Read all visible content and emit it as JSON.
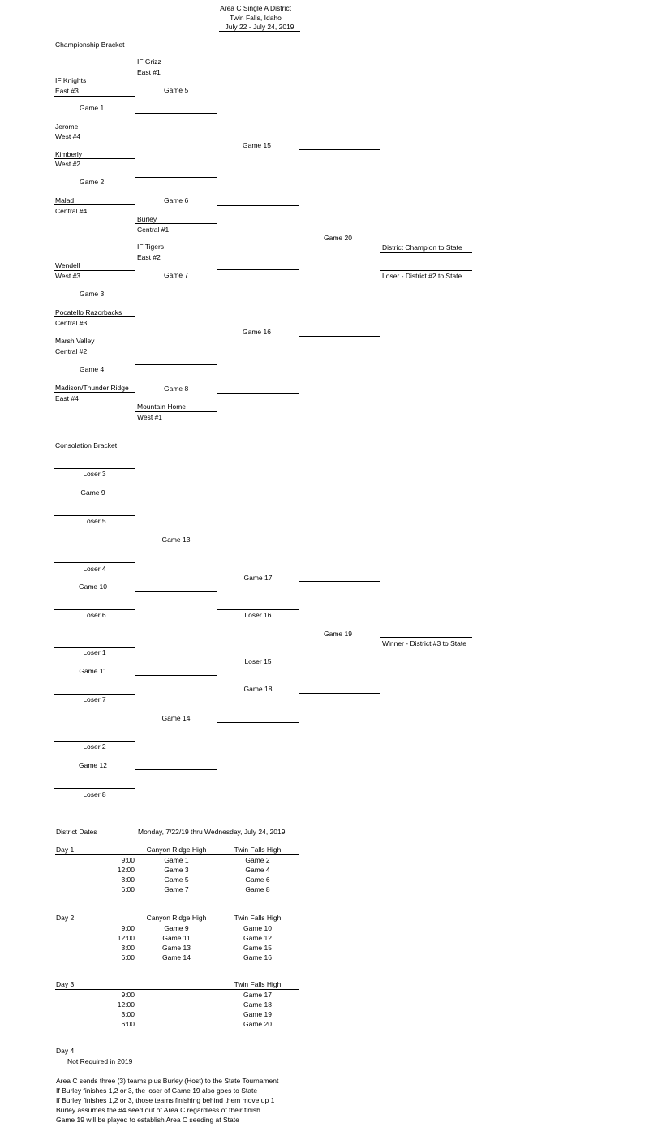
{
  "header": {
    "title": "Area C Single A District",
    "location": "Twin Falls, Idaho",
    "dates": "July 22 - July 24, 2019"
  },
  "championship": {
    "label": "Championship Bracket",
    "teams": [
      {
        "name": "IF Grizz",
        "seed": "East #1"
      },
      {
        "name": "IF Knights",
        "seed": "East #3"
      },
      {
        "name": "Jerome",
        "seed": "West #4"
      },
      {
        "name": "Kimberly",
        "seed": "West #2"
      },
      {
        "name": "Malad",
        "seed": "Central #4"
      },
      {
        "name": "Burley",
        "seed": "Central #1"
      },
      {
        "name": "IF Tigers",
        "seed": "East #2"
      },
      {
        "name": "Wendell",
        "seed": "West #3"
      },
      {
        "name": "Pocatello Razorbacks",
        "seed": "Central #3"
      },
      {
        "name": "Marsh Valley",
        "seed": "Central #2"
      },
      {
        "name": "Madison/Thunder Ridge",
        "seed": "East #4"
      },
      {
        "name": "Mountain Home",
        "seed": "West #1"
      }
    ],
    "games": [
      "Game 1",
      "Game 2",
      "Game 3",
      "Game 4",
      "Game 5",
      "Game 6",
      "Game 7",
      "Game 8",
      "Game 15",
      "Game 16",
      "Game 20"
    ],
    "champion": "District Champion to State",
    "runner_up": "Loser - District #2 to State"
  },
  "consolation": {
    "label": "Consolation Bracket",
    "losers": [
      "Loser 3",
      "Loser 5",
      "Loser 4",
      "Loser 6",
      "Loser 1",
      "Loser 7",
      "Loser 2",
      "Loser 8",
      "Loser 16",
      "Loser 15"
    ],
    "games": [
      "Game 9",
      "Game 10",
      "Game 11",
      "Game 12",
      "Game 13",
      "Game 14",
      "Game 17",
      "Game 18",
      "Game 19"
    ],
    "winner": "Winner - District #3 to State"
  },
  "schedule": {
    "label": "District Dates",
    "range": "Monday, 7/22/19 thru Wednesday, July 24, 2019",
    "times": [
      "9:00",
      "12:00",
      "3:00",
      "6:00"
    ],
    "venue1": "Canyon Ridge High",
    "venue2": "Twin Falls High",
    "days": [
      {
        "label": "Day 1",
        "col1": [
          "Game 1",
          "Game 3",
          "Game 5",
          "Game 7"
        ],
        "col2": [
          "Game 2",
          "Game 4",
          "Game 6",
          "Game 8"
        ]
      },
      {
        "label": "Day 2",
        "col1": [
          "Game 9",
          "Game 11",
          "Game 13",
          "Game 14"
        ],
        "col2": [
          "Game 10",
          "Game 12",
          "Game 15",
          "Game 16"
        ]
      },
      {
        "label": "Day 3",
        "col1": [],
        "col2": [
          "Game 17",
          "Game 18",
          "Game 19",
          "Game 20"
        ]
      }
    ],
    "day4": {
      "label": "Day 4",
      "note": "Not Required in 2019"
    }
  },
  "notes": [
    "Area C sends three (3) teams plus Burley (Host) to the State Tournament",
    "If Burley finishes 1,2 or 3, the loser of Game 19 also goes to State",
    "If Burley finishes 1,2 or 3, those teams finishing behind them move up 1",
    "Burley assumes the #4 seed out of Area C regardless of their finish",
    "Game 19 will be played to establish Area C seeding at State"
  ]
}
